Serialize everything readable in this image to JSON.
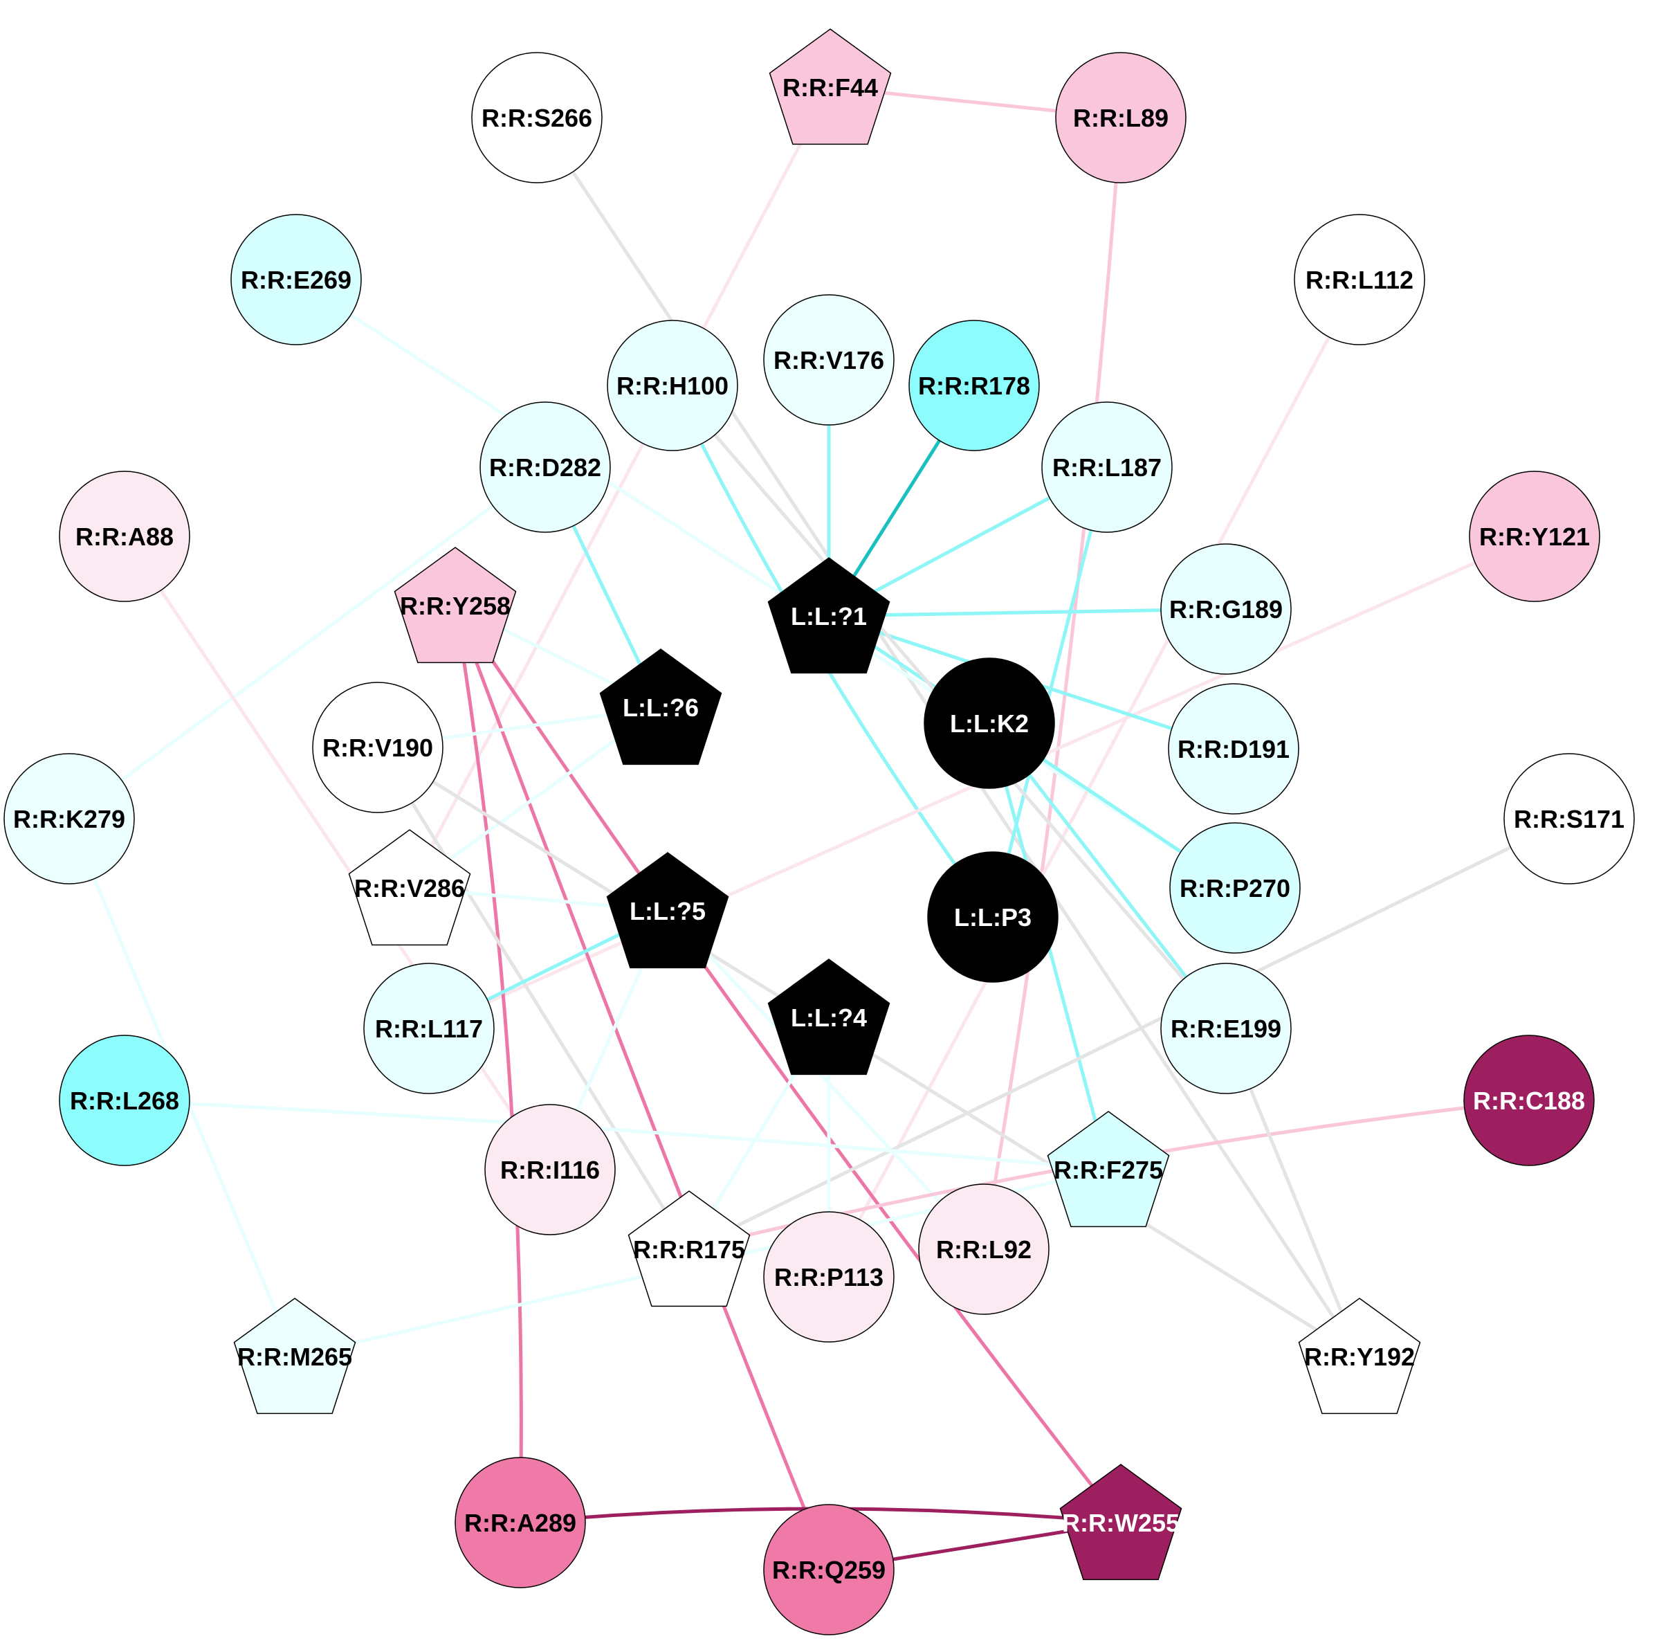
{
  "colors": {
    "node_stroke": "#000000",
    "edge_gray": "#e4e4e4",
    "edge_cyan_light": "#e8ffff",
    "edge_cyan": "#8ef6f6",
    "edge_cyan_dark": "#1abfbf",
    "edge_pink_faint": "#fce6ee",
    "edge_pink_light": "#f9c6da",
    "edge_pink": "#ec77a6",
    "edge_maroon": "#9e1f5f"
  },
  "nodes": [
    {
      "id": "F44",
      "label": "R:R:F44",
      "shape": "pentagon",
      "fill": "#f9c6dc",
      "text": "#000000"
    },
    {
      "id": "S266",
      "label": "R:R:S266",
      "shape": "circle",
      "fill": "#ffffff",
      "text": "#000000"
    },
    {
      "id": "L89",
      "label": "R:R:L89",
      "shape": "circle",
      "fill": "#f9c6dc",
      "text": "#000000"
    },
    {
      "id": "E269",
      "label": "R:R:E269",
      "shape": "circle",
      "fill": "#d6ffff",
      "text": "#000000"
    },
    {
      "id": "L112",
      "label": "R:R:L112",
      "shape": "circle",
      "fill": "#ffffff",
      "text": "#000000"
    },
    {
      "id": "V176",
      "label": "R:R:V176",
      "shape": "circle",
      "fill": "#ebffff",
      "text": "#000000"
    },
    {
      "id": "H100",
      "label": "R:R:H100",
      "shape": "circle",
      "fill": "#e8ffff",
      "text": "#000000"
    },
    {
      "id": "R178",
      "label": "R:R:R178",
      "shape": "circle",
      "fill": "#8cfcfc",
      "text": "#000000"
    },
    {
      "id": "D282",
      "label": "R:R:D282",
      "shape": "circle",
      "fill": "#e8ffff",
      "text": "#000000"
    },
    {
      "id": "L187",
      "label": "R:R:L187",
      "shape": "circle",
      "fill": "#e8ffff",
      "text": "#000000"
    },
    {
      "id": "A88",
      "label": "R:R:A88",
      "shape": "circle",
      "fill": "#fbeaf2",
      "text": "#000000"
    },
    {
      "id": "Y121",
      "label": "R:R:Y121",
      "shape": "circle",
      "fill": "#f9c6dc",
      "text": "#000000"
    },
    {
      "id": "Y258",
      "label": "R:R:Y258",
      "shape": "pentagon",
      "fill": "#f9c6dc",
      "text": "#000000"
    },
    {
      "id": "L1",
      "label": "L:L:?1",
      "shape": "pentagon",
      "fill": "#000000",
      "text": "#ffffff"
    },
    {
      "id": "G189",
      "label": "R:R:G189",
      "shape": "circle",
      "fill": "#e8ffff",
      "text": "#000000"
    },
    {
      "id": "L6",
      "label": "L:L:?6",
      "shape": "pentagon",
      "fill": "#000000",
      "text": "#ffffff"
    },
    {
      "id": "K2",
      "label": "L:L:K2",
      "shape": "circle",
      "fill": "#000000",
      "text": "#ffffff"
    },
    {
      "id": "V190",
      "label": "R:R:V190",
      "shape": "circle",
      "fill": "#ffffff",
      "text": "#000000"
    },
    {
      "id": "D191",
      "label": "R:R:D191",
      "shape": "circle",
      "fill": "#e8ffff",
      "text": "#000000"
    },
    {
      "id": "K279",
      "label": "R:R:K279",
      "shape": "circle",
      "fill": "#ebffff",
      "text": "#000000"
    },
    {
      "id": "S171",
      "label": "R:R:S171",
      "shape": "circle",
      "fill": "#ffffff",
      "text": "#000000"
    },
    {
      "id": "V286",
      "label": "R:R:V286",
      "shape": "pentagon",
      "fill": "#ffffff",
      "text": "#000000"
    },
    {
      "id": "P270",
      "label": "R:R:P270",
      "shape": "circle",
      "fill": "#d6ffff",
      "text": "#000000"
    },
    {
      "id": "L5",
      "label": "L:L:?5",
      "shape": "pentagon",
      "fill": "#000000",
      "text": "#ffffff"
    },
    {
      "id": "P3",
      "label": "L:L:P3",
      "shape": "circle",
      "fill": "#000000",
      "text": "#ffffff"
    },
    {
      "id": "L117",
      "label": "R:R:L117",
      "shape": "circle",
      "fill": "#e8ffff",
      "text": "#000000"
    },
    {
      "id": "L4",
      "label": "L:L:?4",
      "shape": "pentagon",
      "fill": "#000000",
      "text": "#ffffff"
    },
    {
      "id": "E199",
      "label": "R:R:E199",
      "shape": "circle",
      "fill": "#e8ffff",
      "text": "#000000"
    },
    {
      "id": "L268",
      "label": "R:R:L268",
      "shape": "circle",
      "fill": "#8cfcfc",
      "text": "#000000"
    },
    {
      "id": "C188",
      "label": "R:R:C188",
      "shape": "circle",
      "fill": "#9e1f5f",
      "text": "#ffffff"
    },
    {
      "id": "I116",
      "label": "R:R:I116",
      "shape": "circle",
      "fill": "#fbeaf2",
      "text": "#000000"
    },
    {
      "id": "F275",
      "label": "R:R:F275",
      "shape": "pentagon",
      "fill": "#d6ffff",
      "text": "#000000"
    },
    {
      "id": "R175",
      "label": "R:R:R175",
      "shape": "pentagon",
      "fill": "#ffffff",
      "text": "#000000"
    },
    {
      "id": "L92",
      "label": "R:R:L92",
      "shape": "circle",
      "fill": "#fbeaf2",
      "text": "#000000"
    },
    {
      "id": "P113",
      "label": "R:R:P113",
      "shape": "circle",
      "fill": "#fbeaf2",
      "text": "#000000"
    },
    {
      "id": "M265",
      "label": "R:R:M265",
      "shape": "pentagon",
      "fill": "#ebffff",
      "text": "#000000"
    },
    {
      "id": "Y192",
      "label": "R:R:Y192",
      "shape": "pentagon",
      "fill": "#ffffff",
      "text": "#000000"
    },
    {
      "id": "A289",
      "label": "R:R:A289",
      "shape": "circle",
      "fill": "#ef7aa8",
      "text": "#000000"
    },
    {
      "id": "W255",
      "label": "R:R:W255",
      "shape": "pentagon",
      "fill": "#9e1f5f",
      "text": "#ffffff"
    },
    {
      "id": "Q259",
      "label": "R:R:Q259",
      "shape": "circle",
      "fill": "#ef7aa8",
      "text": "#000000"
    }
  ],
  "edges": [
    {
      "from": "F44",
      "to": "L89",
      "color": "edge_pink_light"
    },
    {
      "from": "F44",
      "to": "V286",
      "color": "edge_pink_faint"
    },
    {
      "from": "S266",
      "to": "Y192",
      "color": "edge_gray"
    },
    {
      "from": "L89",
      "to": "L92",
      "color": "edge_pink_light"
    },
    {
      "from": "E269",
      "to": "P270",
      "color": "edge_cyan_light"
    },
    {
      "from": "L112",
      "to": "P113",
      "color": "edge_pink_faint"
    },
    {
      "from": "V176",
      "to": "L1",
      "color": "edge_cyan"
    },
    {
      "from": "H100",
      "to": "P3",
      "color": "edge_cyan"
    },
    {
      "from": "R178",
      "to": "L1",
      "color": "edge_cyan_dark"
    },
    {
      "from": "D282",
      "to": "L6",
      "color": "edge_cyan"
    },
    {
      "from": "D282",
      "to": "K279",
      "color": "edge_cyan_light"
    },
    {
      "from": "L187",
      "to": "L1",
      "color": "edge_cyan"
    },
    {
      "from": "L187",
      "to": "P3",
      "color": "edge_cyan"
    },
    {
      "from": "A88",
      "to": "I116",
      "color": "edge_pink_faint"
    },
    {
      "from": "Y121",
      "to": "L117",
      "color": "edge_pink_faint"
    },
    {
      "from": "Y258",
      "to": "A289",
      "color": "edge_pink"
    },
    {
      "from": "Y258",
      "to": "Q259",
      "color": "edge_pink"
    },
    {
      "from": "Y258",
      "to": "W255",
      "color": "edge_pink"
    },
    {
      "from": "Y258",
      "to": "L6",
      "color": "edge_cyan_light"
    },
    {
      "from": "L1",
      "to": "G189",
      "color": "edge_cyan"
    },
    {
      "from": "L1",
      "to": "D191",
      "color": "edge_cyan"
    },
    {
      "from": "L1",
      "to": "P270",
      "color": "edge_cyan"
    },
    {
      "from": "L6",
      "to": "V190",
      "color": "edge_cyan_light"
    },
    {
      "from": "L6",
      "to": "V286",
      "color": "edge_cyan_light"
    },
    {
      "from": "K2",
      "to": "E199",
      "color": "edge_cyan"
    },
    {
      "from": "K2",
      "to": "F275",
      "color": "edge_cyan"
    },
    {
      "from": "V190",
      "to": "Y192",
      "color": "edge_gray"
    },
    {
      "from": "V190",
      "to": "R175",
      "color": "edge_gray"
    },
    {
      "from": "V286",
      "to": "L5",
      "color": "edge_cyan_light"
    },
    {
      "from": "L5",
      "to": "L117",
      "color": "edge_cyan"
    },
    {
      "from": "L5",
      "to": "L92",
      "color": "edge_cyan_light"
    },
    {
      "from": "L5",
      "to": "I116",
      "color": "edge_cyan_light"
    },
    {
      "from": "K279",
      "to": "M265",
      "color": "edge_cyan_light"
    },
    {
      "from": "S171",
      "to": "R175",
      "color": "edge_gray"
    },
    {
      "from": "L4",
      "to": "P113",
      "color": "edge_cyan_light"
    },
    {
      "from": "L4",
      "to": "R175",
      "color": "edge_cyan_light"
    },
    {
      "from": "L268",
      "to": "F275",
      "color": "edge_cyan_light"
    },
    {
      "from": "C188",
      "to": "R175",
      "color": "edge_pink_light"
    },
    {
      "from": "E199",
      "to": "Y192",
      "color": "edge_gray"
    },
    {
      "from": "H100",
      "to": "E199",
      "color": "edge_gray"
    },
    {
      "from": "F275",
      "to": "M265",
      "color": "edge_cyan_light"
    },
    {
      "from": "A289",
      "to": "W255",
      "color": "edge_maroon"
    },
    {
      "from": "Q259",
      "to": "W255",
      "color": "edge_maroon"
    }
  ]
}
